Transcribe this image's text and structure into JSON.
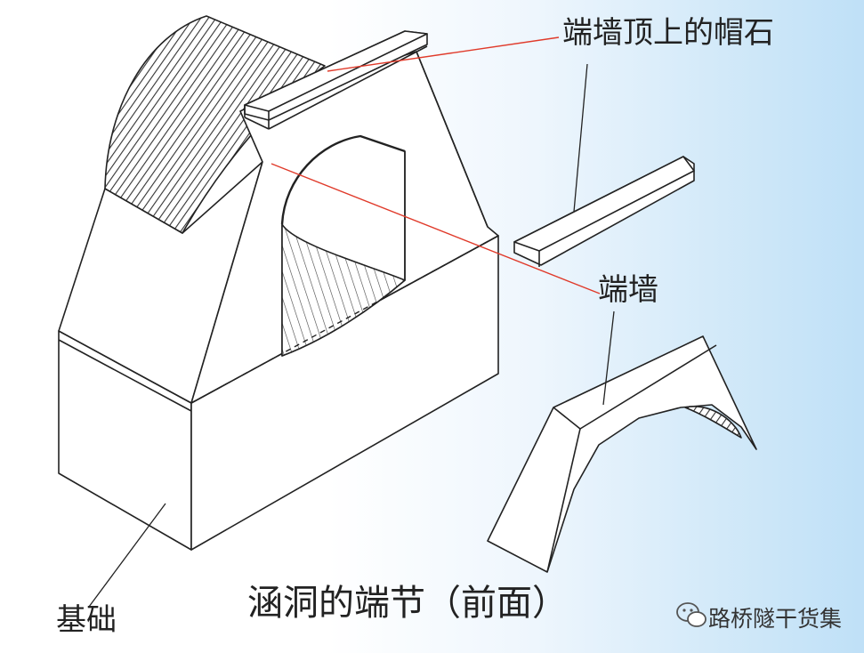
{
  "labels": {
    "coping_stone": "端墙顶上的帽石",
    "end_wall": "端墙",
    "foundation": "基础"
  },
  "caption": "涵洞的端节（前面）",
  "watermark": "路桥隧干货集",
  "colors": {
    "leader_red": "#e03a2a",
    "line": "#222222",
    "background_right": "#bfe0f7"
  },
  "icons": [
    "wechat-icon"
  ]
}
